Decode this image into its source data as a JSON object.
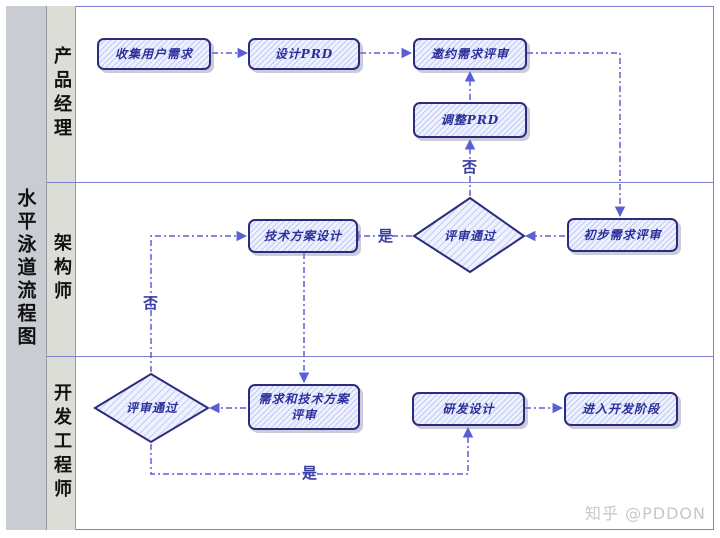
{
  "title": "水平泳道流程图",
  "lanes": [
    {
      "id": "pm",
      "label": "产品经理"
    },
    {
      "id": "arch",
      "label": "架构师"
    },
    {
      "id": "dev",
      "label": "开发工程师"
    }
  ],
  "nodes": {
    "collect": "收集用户需求",
    "design_prd": "设计PRD",
    "review_call": "邀约需求评审",
    "adjust_prd": "调整PRD",
    "initial_review": "初步需求评审",
    "arch_decision": "评审通过",
    "tech_design": "技术方案设计",
    "joint_review": "需求和技术方案评审",
    "dev_decision": "评审通过",
    "rd_design": "研发设计",
    "enter_dev": "进入开发阶段"
  },
  "connectors": {
    "no_adjust": "否",
    "yes_tech": "是",
    "no_back": "否",
    "yes_rd": "是"
  },
  "watermark": "知乎 @PDDON",
  "colors": {
    "lane_border": "#7d7fcf",
    "node_border": "#2c2c7e",
    "node_fill": "#eef1ff",
    "node_text": "#2a2f9a",
    "arrow": "#5b5fd6"
  }
}
